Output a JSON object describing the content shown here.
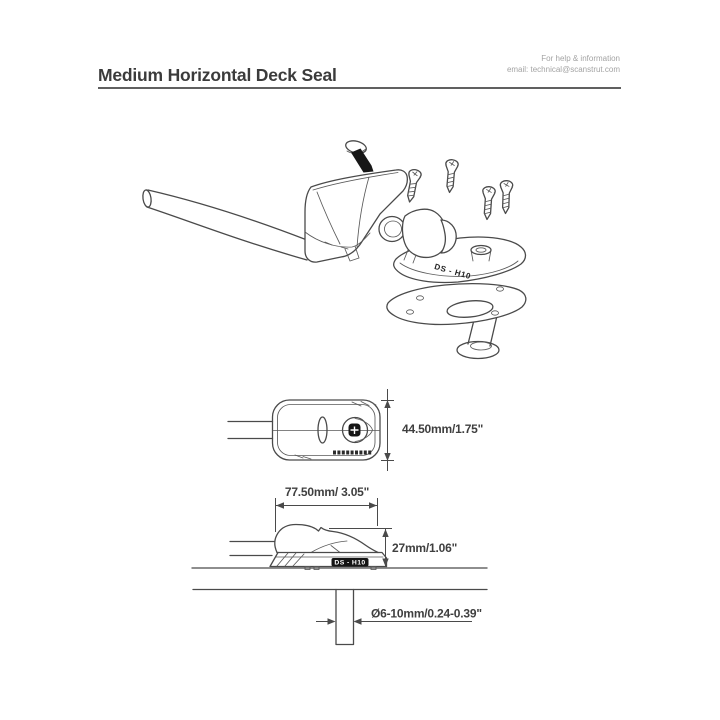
{
  "header": {
    "title": "Medium Horizontal Deck Seal",
    "help_line1": "For help & information",
    "help_line2": "email: technical@scanstrut.com"
  },
  "product": {
    "model": "DS - H10"
  },
  "dimensions": {
    "top_view_height": "44.50mm/1.75\"",
    "side_view_length": "77.50mm/ 3.05\"",
    "side_view_height": "27mm/1.06\"",
    "deck_hole": "Ø6-10mm/0.24-0.39\""
  },
  "colors": {
    "drawing_line": "#4a4a4a",
    "dimension_text": "#3f3f3f",
    "title_text": "#3b3b3b",
    "help_text": "#a3a3a3",
    "badge_background": "#141414"
  }
}
